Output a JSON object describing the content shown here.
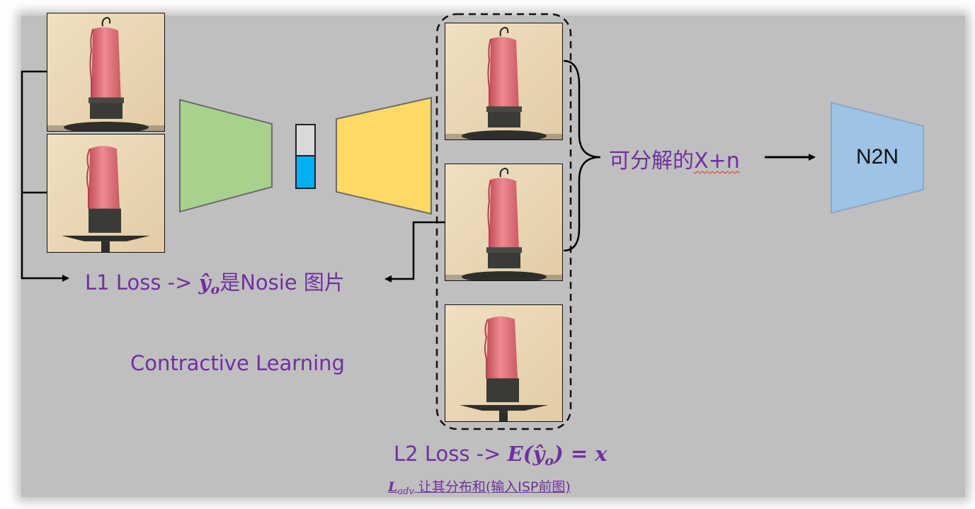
{
  "texts": {
    "l1_prefix": "L1 Loss -> ",
    "l1_math": "ŷ",
    "l1_sub": "o",
    "l1_suffix": "是Nosie 图片",
    "contractive": "Contractive Learning",
    "decomp_main": "可分解的",
    "decomp_wavy": "X+n",
    "n2n": "N2N",
    "l2_prefix": "L2 Loss -> ",
    "l2_math_a": "E(",
    "l2_math_yhat": "ŷ",
    "l2_sub": "o",
    "l2_math_b": ") = x",
    "ladv_L": "L",
    "ladv_sub": "adv",
    "ladv_text": " 让其分布和(输入ISP前图)"
  },
  "colors": {
    "panel_bg": "#bfbfbf",
    "text_purple": "#7030a0",
    "encoder_green": "#a9d18e",
    "decoder_yellow": "#ffd966",
    "bottleneck_blue": "#00b0f0",
    "bottleneck_gray": "#d9d9d9",
    "n2n_blue": "#9dc3e6",
    "candle_red": "#e06b74",
    "photo_bg": "#e8d6b4"
  },
  "icons": {
    "photo": "candle-photo",
    "arrow": "arrow-icon",
    "brace": "curly-brace-icon"
  }
}
